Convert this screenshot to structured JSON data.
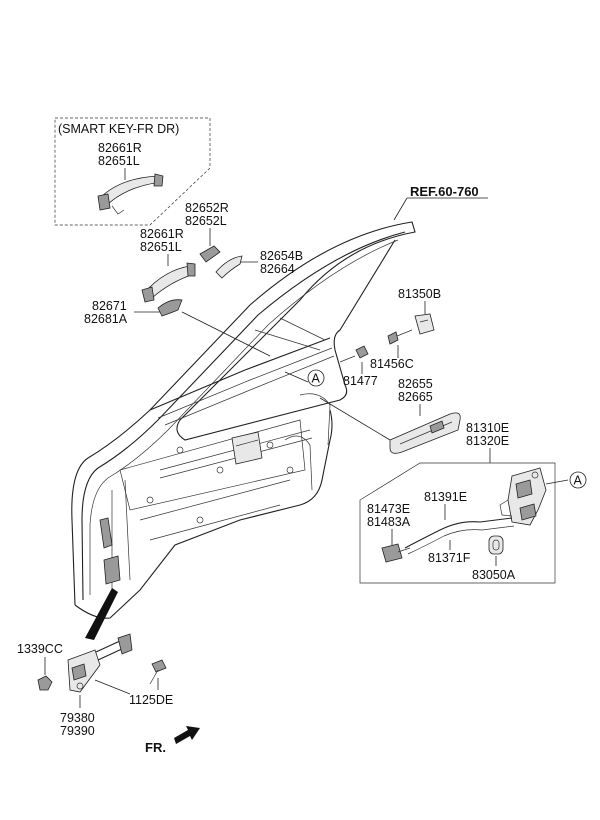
{
  "smart_key_box": {
    "title": "(SMART KEY-FR DR)",
    "part_a": "82661R",
    "part_b": "82651L"
  },
  "ref": {
    "label": "REF.60-760"
  },
  "handle_cover": {
    "a": "82652R",
    "b": "82652L"
  },
  "outside_handle": {
    "a": "82661R",
    "b": "82651L"
  },
  "handle_pad": {
    "a": "82654B",
    "b": "82664"
  },
  "gasket": {
    "a": "82671",
    "b": "82681A"
  },
  "striker": {
    "a": "81350B"
  },
  "screw_81456c": {
    "a": "81456C"
  },
  "screw_81477": {
    "a": "81477"
  },
  "inside_handle": {
    "a": "82655",
    "b": "82665"
  },
  "latch": {
    "a": "81310E",
    "b": "81320E"
  },
  "actuator": {
    "a": "81473E",
    "b": "81483A"
  },
  "cable_81391e": {
    "a": "81391E"
  },
  "cable_81371f": {
    "a": "81371F"
  },
  "grommet": {
    "a": "83050A"
  },
  "hinge_bolt": {
    "a": "1339CC"
  },
  "checker_bolt": {
    "a": "1125DE"
  },
  "checker": {
    "a": "79380",
    "b": "79390"
  },
  "callout": {
    "letter": "A"
  },
  "direction": {
    "label": "FR."
  }
}
